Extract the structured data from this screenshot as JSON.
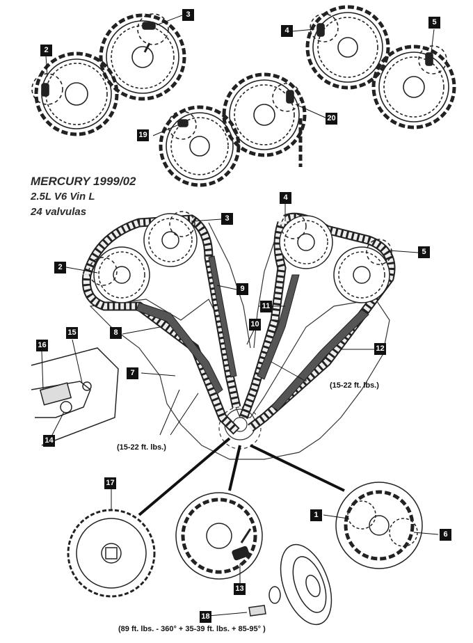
{
  "title": {
    "line1": "MERCURY   1999/02",
    "line2": "2.5L V6  Vin L",
    "line3": "24 valvulas"
  },
  "callouts": [
    "1",
    "2",
    "3",
    "4",
    "5",
    "6",
    "7",
    "8",
    "9",
    "10",
    "11",
    "12",
    "13",
    "14",
    "15",
    "16",
    "17",
    "18",
    "19",
    "20"
  ],
  "torque": {
    "right": "(15-22 ft. lbs.)",
    "left": "(15-22 ft. lbs.)",
    "bolt": "(89 ft. lbs. - 360° + 35-39 ft. lbs. + 85-95° )"
  }
}
